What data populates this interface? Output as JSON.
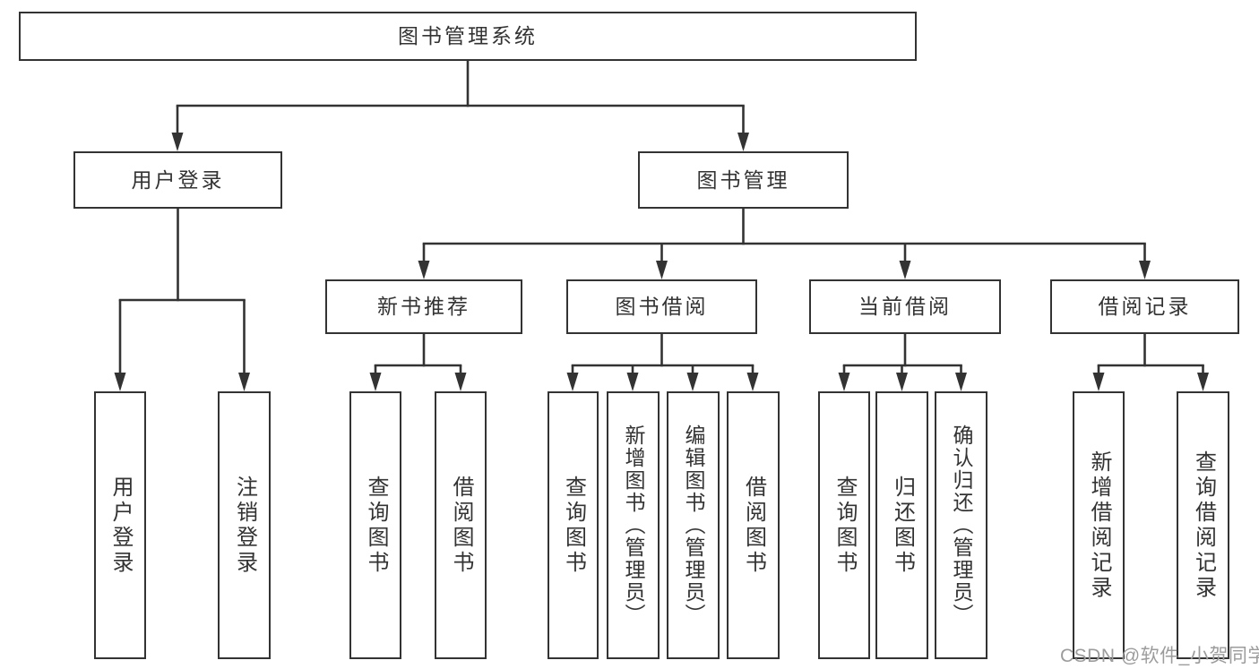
{
  "colors": {
    "line": "#333333",
    "box_border": "#333333",
    "box_background": "#ffffff",
    "text": "#333333",
    "watermark": "#9c9c9c"
  },
  "nodes": {
    "root": {
      "label": "图书管理系统"
    },
    "user_login": {
      "label": "用户登录"
    },
    "book_mgmt": {
      "label": "图书管理"
    },
    "new_books": {
      "label": "新书推荐"
    },
    "borrow": {
      "label": "图书借阅"
    },
    "current": {
      "label": "当前借阅"
    },
    "records": {
      "label": "借阅记录"
    },
    "leaf_login": {
      "label": "用户登录"
    },
    "leaf_logout": {
      "label": "注销登录"
    },
    "leaf_nb_query": {
      "label": "查询图书"
    },
    "leaf_nb_borrow": {
      "label": "借阅图书"
    },
    "leaf_bw_query": {
      "label": "查询图书"
    },
    "leaf_bw_add": {
      "label": "新增图书（管理员）"
    },
    "leaf_bw_edit": {
      "label": "编辑图书（管理员）"
    },
    "leaf_bw_borrow": {
      "label": "借阅图书"
    },
    "leaf_cur_query": {
      "label": "查询图书"
    },
    "leaf_cur_return": {
      "label": "归还图书"
    },
    "leaf_cur_confirm": {
      "label": "确认归还（管理员）"
    },
    "leaf_rec_add": {
      "label": "新增借阅记录"
    },
    "leaf_rec_query": {
      "label": "查询借阅记录"
    }
  },
  "structure": {
    "root": [
      "user_login",
      "book_mgmt"
    ],
    "user_login": [
      "leaf_login",
      "leaf_logout"
    ],
    "book_mgmt": [
      "new_books",
      "borrow",
      "current",
      "records"
    ],
    "new_books": [
      "leaf_nb_query",
      "leaf_nb_borrow"
    ],
    "borrow": [
      "leaf_bw_query",
      "leaf_bw_add",
      "leaf_bw_edit",
      "leaf_bw_borrow"
    ],
    "current": [
      "leaf_cur_query",
      "leaf_cur_return",
      "leaf_cur_confirm"
    ],
    "records": [
      "leaf_rec_add",
      "leaf_rec_query"
    ]
  },
  "watermark": {
    "text": "CSDN @软件_小贺同学"
  }
}
